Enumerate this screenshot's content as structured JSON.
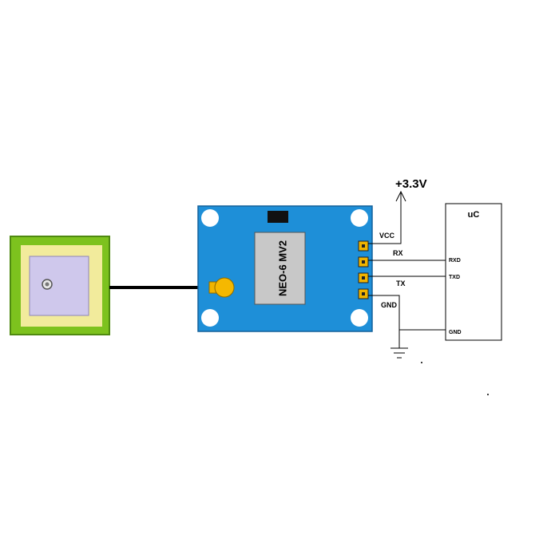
{
  "module": {
    "chip_label": "NEO-6 MV2",
    "board_color": "#1e8fd8",
    "pin_color": "#f0b400"
  },
  "antenna": {
    "outer_color": "#7dc21e",
    "ring_color": "#f2eb9c",
    "center_color": "#cfc8ec"
  },
  "power": {
    "label": "+3.3V"
  },
  "pins": {
    "vcc": "VCC",
    "rx": "RX",
    "tx": "TX",
    "gnd": "GND"
  },
  "mcu": {
    "title": "uC",
    "rxd": "RXD",
    "txd": "TXD",
    "gnd": "GND"
  }
}
